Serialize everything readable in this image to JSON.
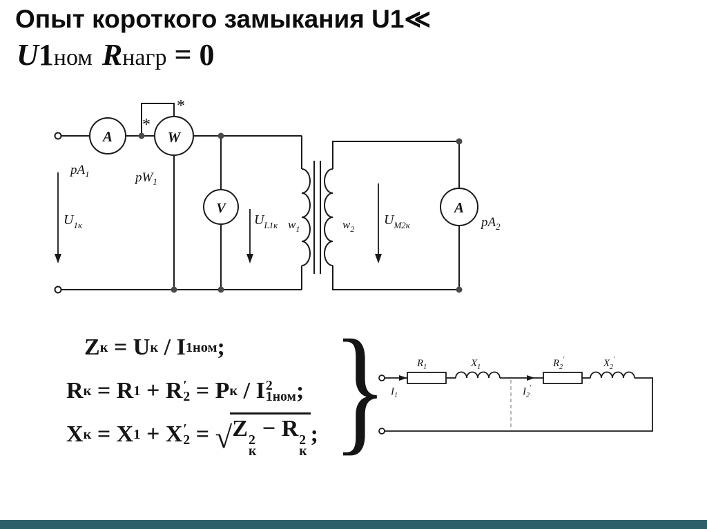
{
  "title": {
    "line1": "Опыт короткого замыкания U1≪",
    "line2": {
      "u": "U",
      "u_num": "1",
      "u_sub": "ном",
      "r": "R",
      "r_sub": "нагр",
      "eq": " = ",
      "zero": "0"
    }
  },
  "main_circuit": {
    "ammeter1_letter": "A",
    "wattmeter_letter": "W",
    "voltmeter_letter": "V",
    "ammeter2_letter": "A",
    "star1": "*",
    "star2": "*",
    "pa1": {
      "base": "pA",
      "sub": "1"
    },
    "pw1": {
      "base": "pW",
      "sub": "1"
    },
    "pa2": {
      "base": "pA",
      "sub": "2"
    },
    "u1k": {
      "base": "U",
      "sub": "1к"
    },
    "ul1k": {
      "base": "U",
      "sub": "L1к"
    },
    "um2k": {
      "base": "U",
      "sub": "M2к"
    },
    "w1": {
      "base": "w",
      "sub": "1"
    },
    "w2": {
      "base": "w",
      "sub": "2"
    }
  },
  "formulas": {
    "line1": {
      "p1": "Z",
      "s1": "к",
      "p2": " = U",
      "s2": "к",
      "p3": " / I",
      "s3": "1ном",
      "p4": ";"
    },
    "line2": {
      "p1": "R",
      "s1": "к",
      "p2": " = R",
      "s2": "1",
      "p3": " + R",
      "t3": "′",
      "b3": "2",
      "p4": " = P",
      "s4": "к",
      "p5": " / I",
      "t5": "2",
      "b5": "1ном",
      "p6": ";"
    },
    "line3": {
      "p1": "X",
      "s1": "к",
      "p2": " = X",
      "s2": "1",
      "p3": " + X",
      "t3": "′",
      "b3": "2",
      "p4": " = ",
      "rad": "√",
      "r1": "Z",
      "rt1": "2",
      "rb1": "к",
      "minus": " − ",
      "r2": "R",
      "rt2": "2",
      "rb2": "к",
      "p5": ";"
    },
    "brace": "}"
  },
  "equiv_circuit": {
    "r1": {
      "base": "R",
      "sub": "1"
    },
    "x1": {
      "base": "X",
      "sub": "1"
    },
    "r2": {
      "base": "R",
      "sub": "2",
      "prime": "′"
    },
    "x2": {
      "base": "X",
      "sub": "2",
      "prime": "′"
    },
    "i1": {
      "base": "I",
      "sub": "1"
    },
    "i2": {
      "base": "I",
      "sub": "2",
      "prime": "′"
    }
  },
  "footer": {
    "bar_color": "#2d5f6a"
  }
}
